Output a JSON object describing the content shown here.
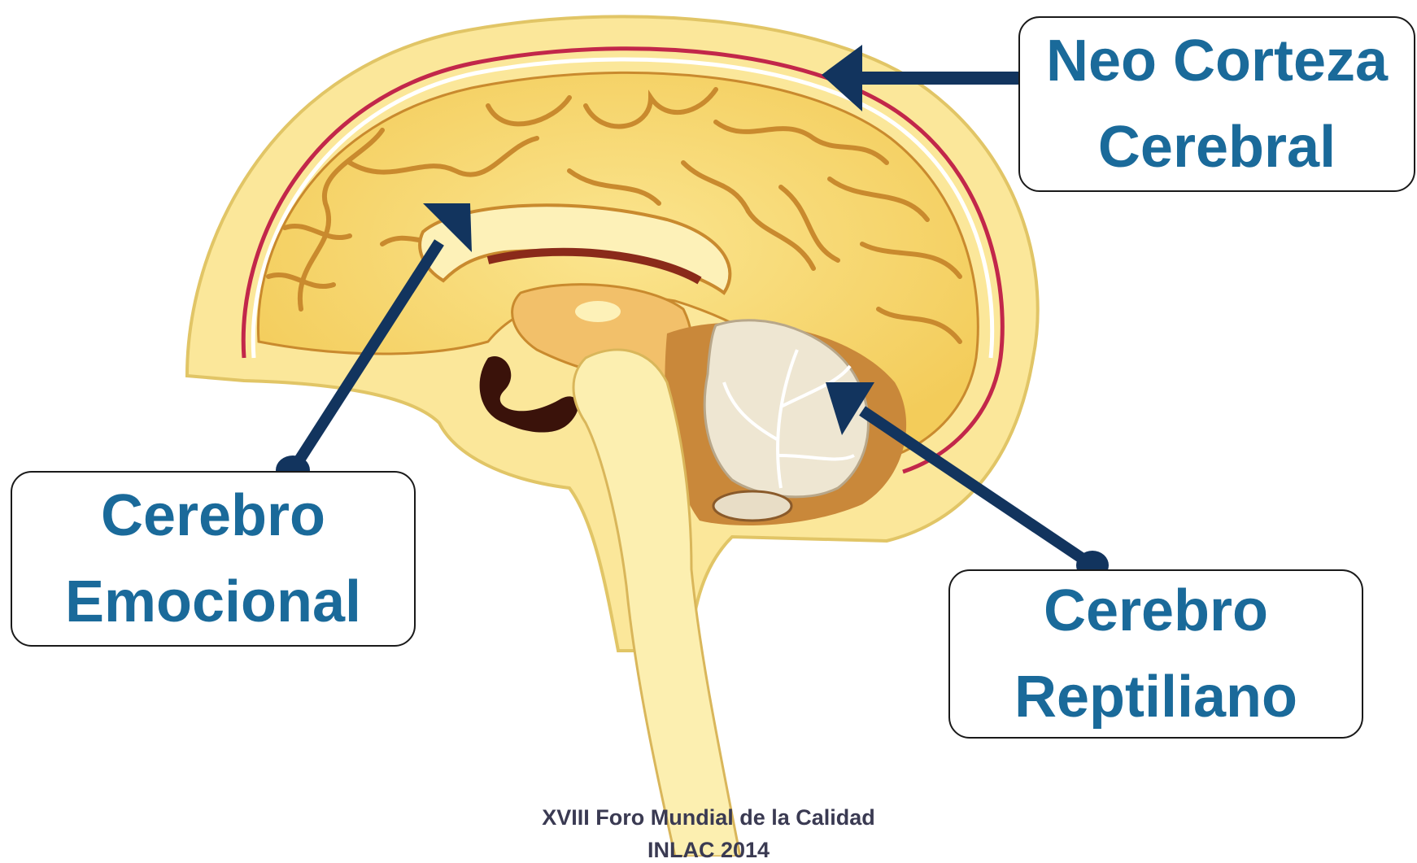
{
  "labels": {
    "neocortex": {
      "line1": "Neo Corteza",
      "line2": "Cerebral"
    },
    "emotional": {
      "line1": "Cerebro",
      "line2": "Emocional"
    },
    "reptilian": {
      "line1": "Cerebro",
      "line2": "Reptiliano"
    }
  },
  "footer": {
    "line1": "XVIII Foro Mundial de la Calidad",
    "line2": "INLAC 2014"
  },
  "colors": {
    "label_text": "#1a6a9a",
    "arrow": "#12345e",
    "brain_fold": "#f6d56a",
    "skull": "#fbe79a"
  }
}
